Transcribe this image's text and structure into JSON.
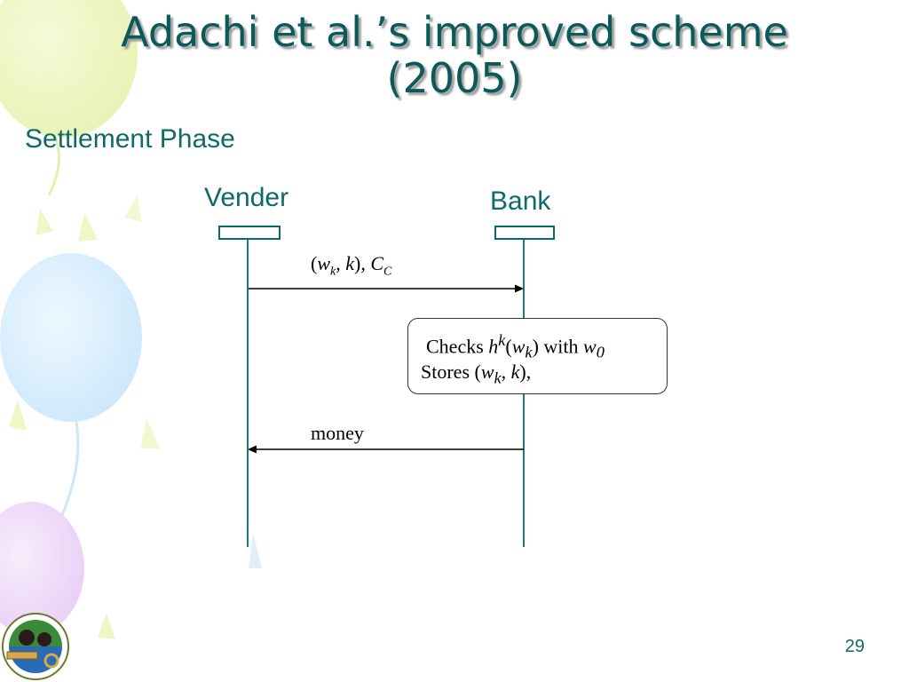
{
  "title_line1": "Adachi et al.’s improved scheme",
  "title_line2": "(2005)",
  "subtitle": "Settlement Phase",
  "parties": {
    "vender": "Vender",
    "bank": "Bank"
  },
  "message1": {
    "w": "w",
    "k_sub": "k",
    "k": "k",
    "c": "C",
    "c_sub": "C"
  },
  "process": {
    "checks": "Checks",
    "h": "h",
    "sup_k": "k",
    "w": "w",
    "sub_k": "k",
    "with": "with",
    "w0": "w",
    "w0_sub": "0",
    "stores": "Stores",
    "sw": "w",
    "sw_sub": "k",
    "sk": "k"
  },
  "message2": "money",
  "page_number": "29",
  "colors": {
    "accent": "#0a5a5a",
    "line": "#1f7a7a"
  }
}
